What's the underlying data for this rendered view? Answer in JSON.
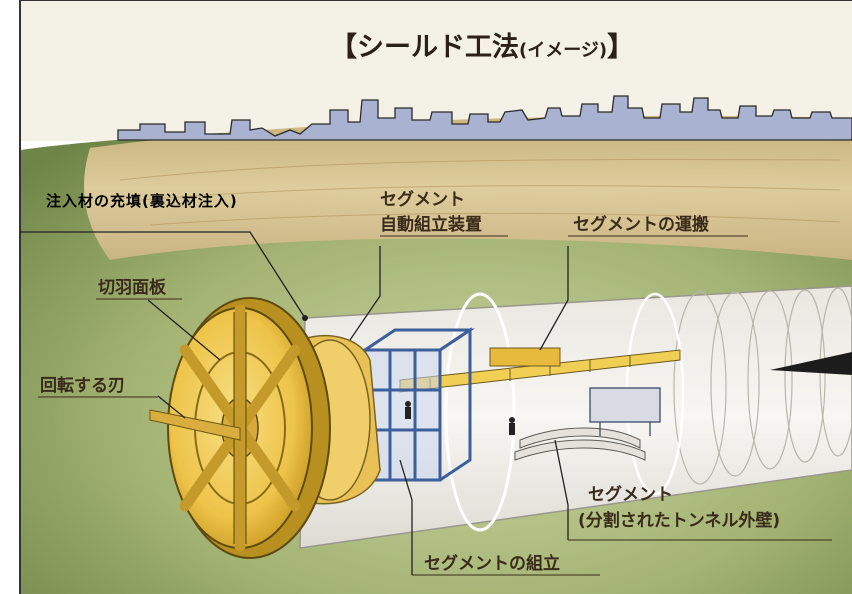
{
  "title": {
    "open_bracket": "【",
    "main": "シールド工法",
    "paren": "(イメージ)",
    "close_bracket": "】"
  },
  "labels": {
    "grout": "注入材の充填(裏込材注入)",
    "segment_erector_line1": "セグメント",
    "segment_erector_line2": "自動組立装置",
    "segment_transport": "セグメントの運搬",
    "cutter_face": "切羽面板",
    "rotating_blade": "回転する刃",
    "segment_line1": "セグメント",
    "segment_line2": "(分割されたトンネル外壁)",
    "segment_assembly": "セグメントの組立"
  },
  "colors": {
    "sky": "#f4f1e6",
    "skyline": "#a9b2d0",
    "soil": "#d9c08f",
    "ground_green": "#9cab6a",
    "machine_yellow": "#f1cf55",
    "frame_blue": "#5d7fb5",
    "tunnel_wall": "#f2f1ec",
    "label_text": "#3a2a1a"
  }
}
